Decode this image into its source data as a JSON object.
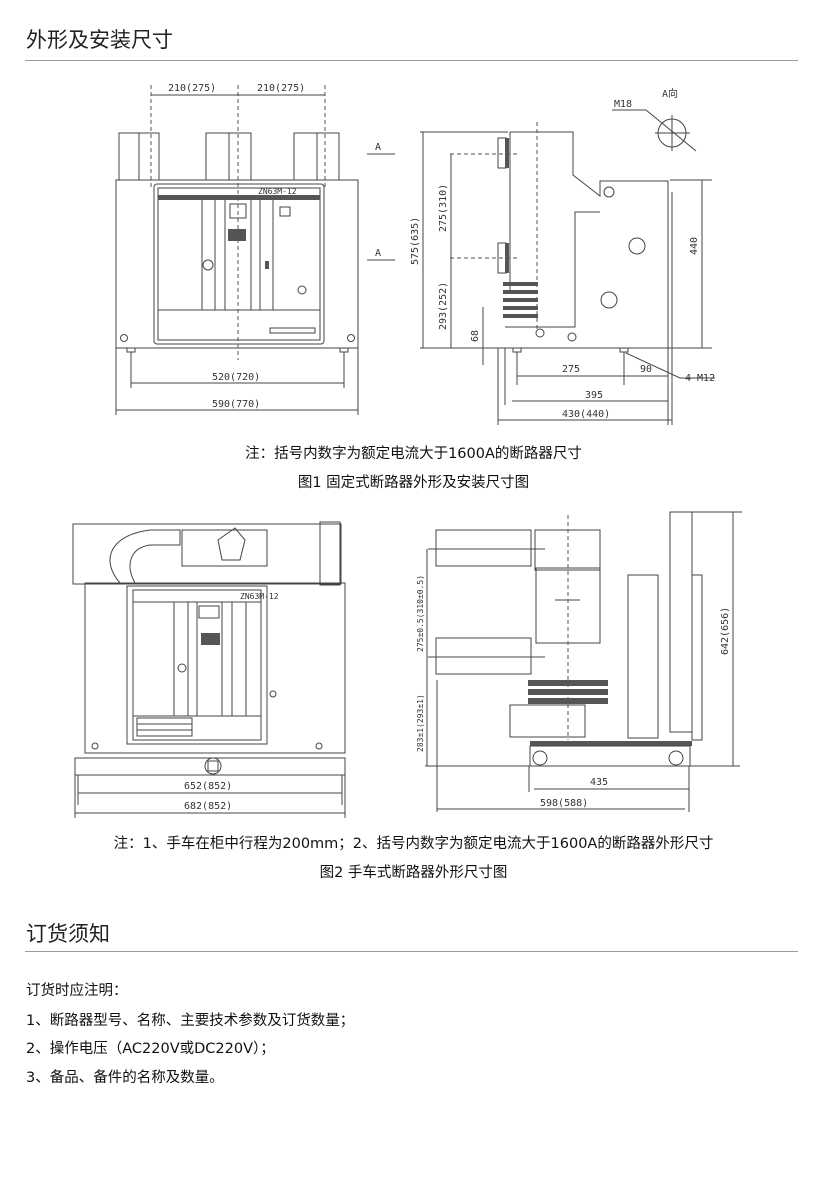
{
  "section1": {
    "title": "外形及安装尺寸",
    "figure1": {
      "front_labels": {
        "model": "ZN63M-12",
        "pitch_left": "210(275)",
        "pitch_right": "210(275)",
        "mount_width": "520(720)",
        "overall_width": "590(770)",
        "view_arrow_top": "A",
        "view_arrow_bottom": "A"
      },
      "side_labels": {
        "height": "575(635)",
        "phase_spacing": "275(310)",
        "lower_height": "293(252)",
        "base_offset": "68",
        "panel_height": "440",
        "depth_275": "275",
        "depth_90": "90",
        "depth_395": "395",
        "overall_depth": "430(440)",
        "bolt_note": "4-M12",
        "terminal": "M18",
        "view_a": "A向"
      },
      "note": "注：括号内数字为额定电流大于1600A的断路器尺寸",
      "caption": "图1 固定式断路器外形及安装尺寸图"
    },
    "figure2": {
      "front_labels": {
        "model": "ZN63M-12",
        "inner_width": "652(852)",
        "overall_width": "682(852)"
      },
      "side_labels": {
        "phase_spacing": "275±0.5(310±0.5)",
        "lower_height": "283±1(293±1)",
        "overall_height": "642(656)",
        "wheel_base": "435",
        "overall_depth": "598(588)"
      },
      "note": "注：1、手车在柜中行程为200mm；2、括号内数字为额定电流大于1600A的断路器外形尺寸",
      "caption": "图2  手车式断路器外形尺寸图"
    }
  },
  "section2": {
    "title": "订货须知",
    "lines": [
      "订货时应注明：",
      "1、断路器型号、名称、主要技术参数及订货数量；",
      "2、操作电压（AC220V或DC220V）；",
      "3、备品、备件的名称及数量。"
    ]
  }
}
